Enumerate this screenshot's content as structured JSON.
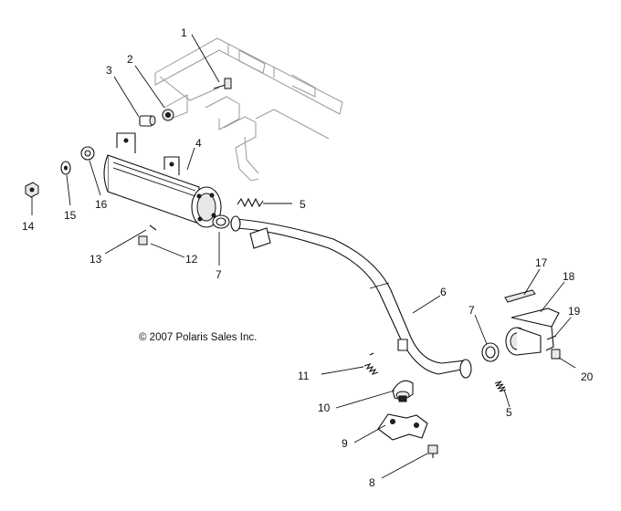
{
  "copyright": "© 2007 Polaris Sales Inc.",
  "callouts": [
    "1",
    "2",
    "3",
    "4",
    "5",
    "5",
    "6",
    "7",
    "7",
    "8",
    "9",
    "10",
    "11",
    "12",
    "13",
    "14",
    "15",
    "16",
    "17",
    "18",
    "19",
    "20"
  ]
}
